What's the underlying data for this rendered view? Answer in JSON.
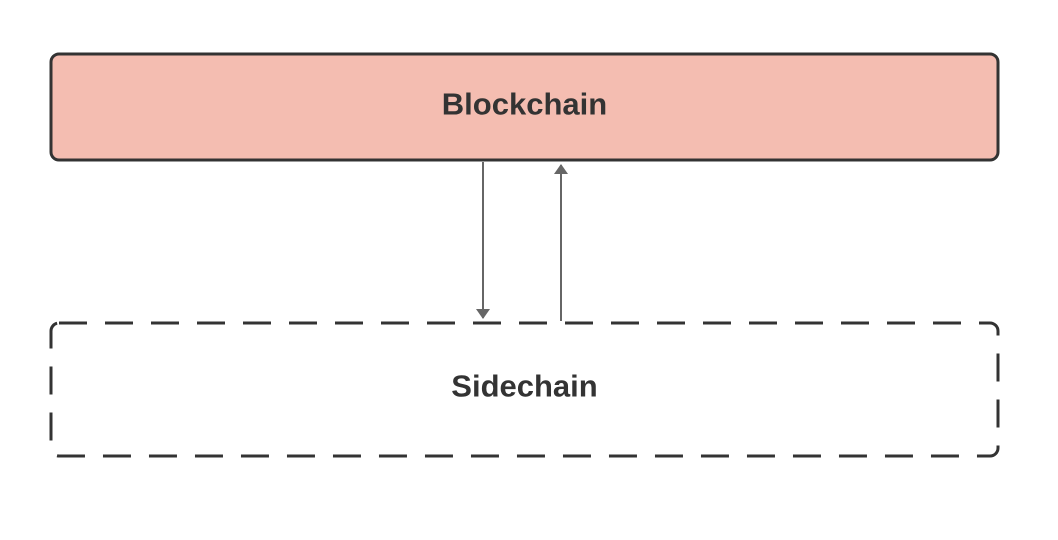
{
  "diagram": {
    "nodes": {
      "blockchain": {
        "label": "Blockchain",
        "fill_color": "#f4bdb1",
        "border_color": "#333333",
        "border_style": "solid"
      },
      "sidechain": {
        "label": "Sidechain",
        "fill_color": "#ffffff",
        "border_color": "#333333",
        "border_style": "dashed"
      }
    },
    "edges": [
      {
        "from": "blockchain",
        "to": "sidechain",
        "label": ""
      },
      {
        "from": "sidechain",
        "to": "blockchain",
        "label": ""
      }
    ],
    "edge_color": "#666666"
  }
}
